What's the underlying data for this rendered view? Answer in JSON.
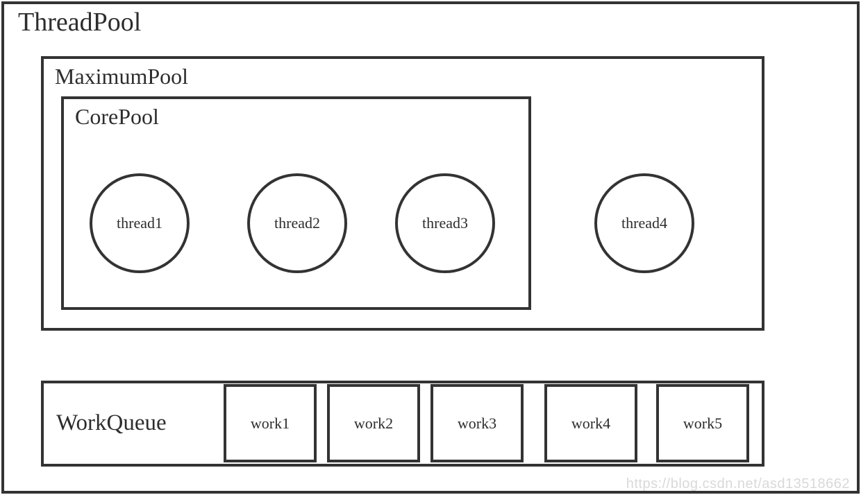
{
  "diagram": {
    "title": "ThreadPool",
    "maximum_pool_label": "MaximumPool",
    "core_pool_label": "CorePool",
    "threads": [
      "thread1",
      "thread2",
      "thread3",
      "thread4"
    ],
    "work_queue_label": "WorkQueue",
    "work_items": [
      "work1",
      "work2",
      "work3",
      "work4",
      "work5"
    ],
    "watermark": "https://blog.csdn.net/asd13518662",
    "colors": {
      "border": "#333333",
      "text": "#2d2d2d",
      "watermark": "#d9d9d9",
      "background": "#ffffff"
    }
  }
}
